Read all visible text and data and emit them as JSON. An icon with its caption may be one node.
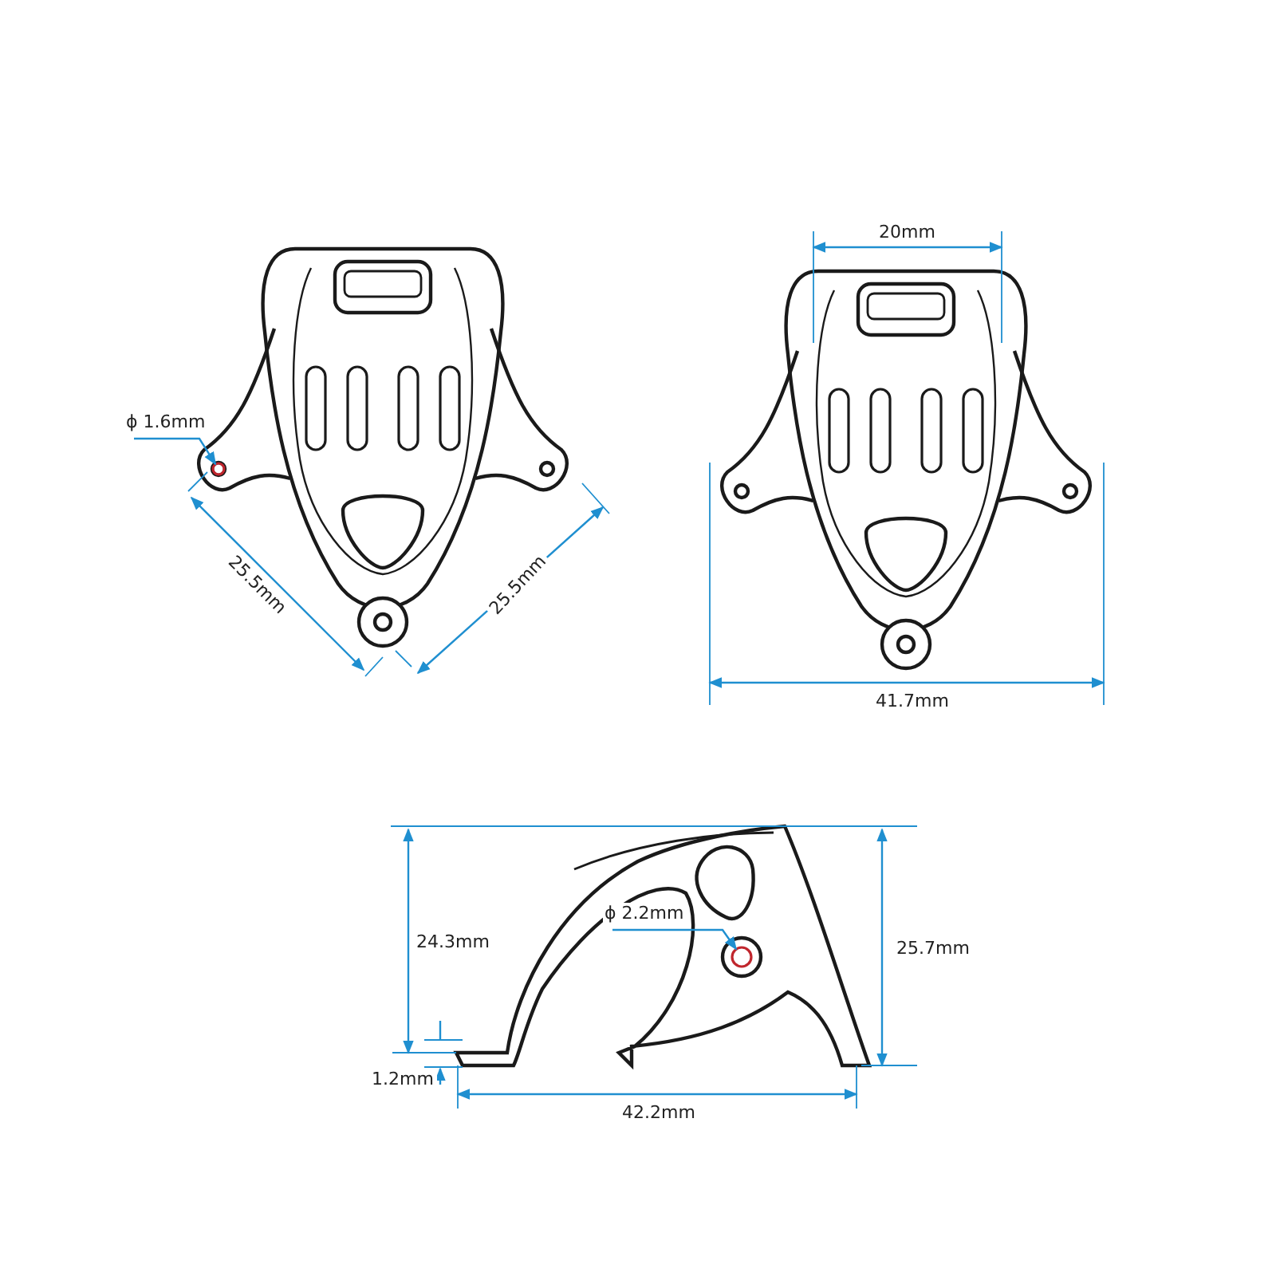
{
  "diagram": {
    "nodes": [
      {
        "text": [
          "ϕ 1.6mm"
        ]
      },
      {
        "text": [
          "ϕ 2.2mm"
        ]
      },
      {
        "text": [],
        "shape": "circle"
      },
      {
        "text": [],
        "shape": "circle"
      }
    ],
    "edges": [
      {
        "from": 0,
        "to": 2,
        "arrow": "to"
      },
      {
        "from": 1,
        "to": 3,
        "arrow": "to"
      }
    ],
    "labels": [
      "25.5mm",
      "25.5mm",
      "20mm",
      "41.7mm",
      "24.3mm",
      "25.7mm",
      "1.2mm",
      "42.2mm"
    ]
  }
}
